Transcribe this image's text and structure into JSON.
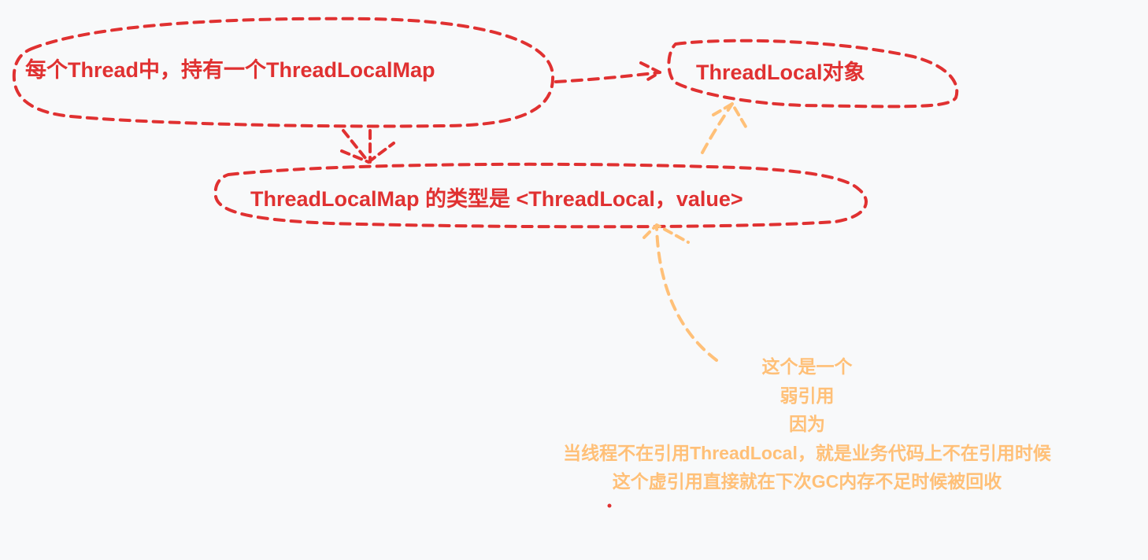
{
  "colors": {
    "background": "#f8f9fa",
    "primary_stroke": "#e03131",
    "note_stroke": "#ffc078"
  },
  "nodes": {
    "thread": {
      "label": "每个Thread中，持有一个ThreadLocalMap"
    },
    "threadlocal": {
      "label": "ThreadLocal对象"
    },
    "map": {
      "label": "ThreadLocalMap 的类型是 <ThreadLocal，value>"
    }
  },
  "note": {
    "lines": [
      "这个是一个",
      "弱引用",
      "因为",
      "当线程不在引用ThreadLocal，就是业务代码上不在引用时候",
      "这个虚引用直接就在下次GC内存不足时候被回收"
    ]
  }
}
